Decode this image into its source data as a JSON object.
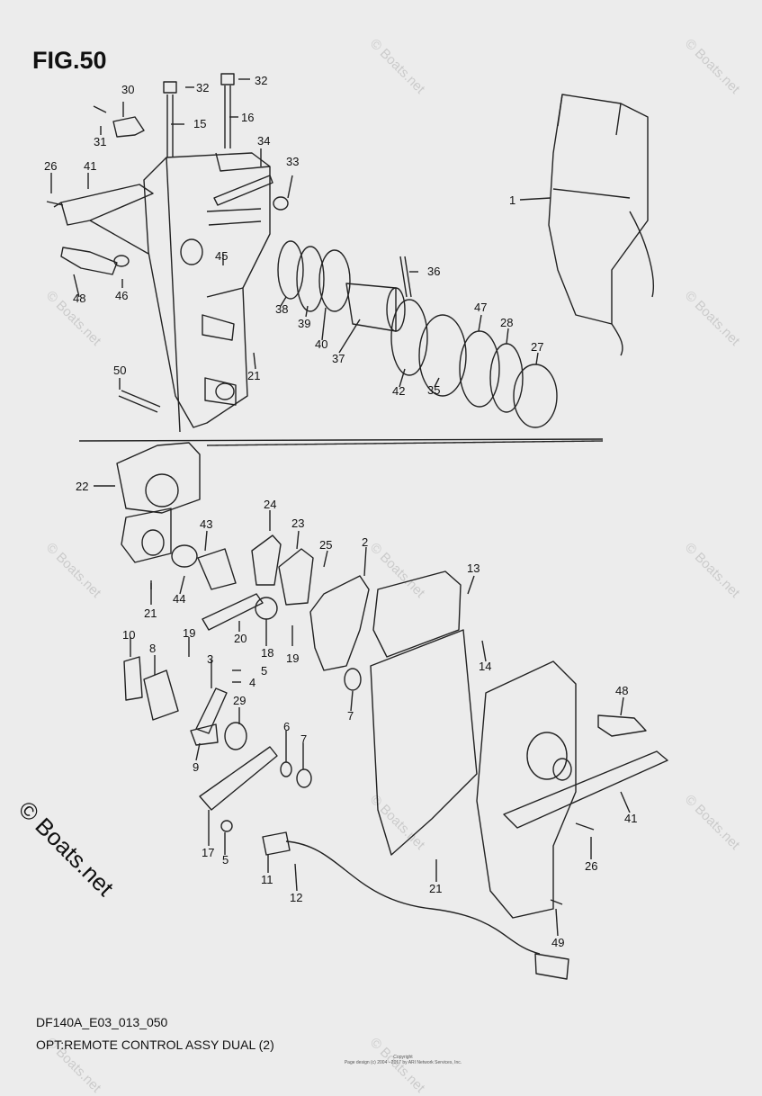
{
  "figure": {
    "title": "FIG.50",
    "code": "DF140A_E03_013_050",
    "description": "OPT:REMOTE CONTROL ASSY DUAL (2)"
  },
  "watermark": "© Boats.net",
  "brand": "© Boats.net",
  "copyright": {
    "line1": "Copyright",
    "line2": "Page design (c) 2004 - 2017 by ARI Network Services, Inc."
  },
  "callouts": [
    "1",
    "2",
    "3",
    "4",
    "5",
    "6",
    "7",
    "8",
    "9",
    "10",
    "11",
    "12",
    "13",
    "14",
    "15",
    "16",
    "17",
    "18",
    "19",
    "20",
    "21",
    "22",
    "23",
    "24",
    "25",
    "26",
    "27",
    "28",
    "29",
    "30",
    "31",
    "32",
    "33",
    "34",
    "35",
    "36",
    "37",
    "38",
    "39",
    "40",
    "41",
    "42",
    "43",
    "44",
    "45",
    "46",
    "47",
    "48",
    "49",
    "50"
  ],
  "colors": {
    "background": "#ececec",
    "line": "#222222",
    "watermark": "#9a9a9a"
  }
}
